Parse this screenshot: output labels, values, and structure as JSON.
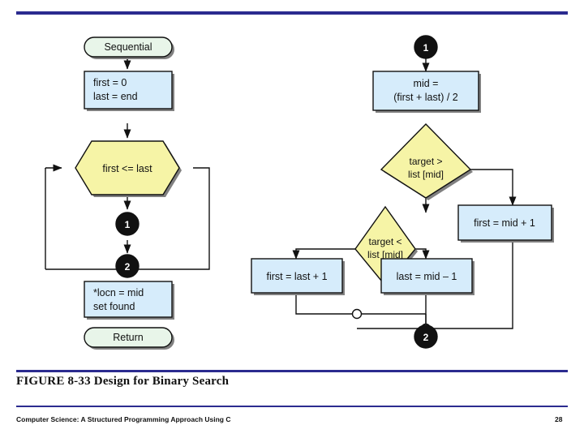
{
  "figure": {
    "label": "FIGURE 8-33",
    "title": "Design for Binary Search"
  },
  "footer": {
    "book": "Computer Science: A Structured Programming Approach Using C",
    "page": "28"
  },
  "colors": {
    "rule": "#2b2b8f",
    "terminal_fill": "#e8f5e9",
    "process_fill": "#d6ecfb",
    "decision_fill": "#f6f4a6",
    "connector_fill": "#111111",
    "connector_text": "#ffffff",
    "line": "#111111",
    "shadow": "#808080"
  },
  "diagram": {
    "left_column": {
      "start": "Sequential",
      "init_line1": "first = 0",
      "init_line2": "last = end",
      "loop_test": "first <= last",
      "connector_in": "1",
      "connector_out": "2",
      "assign_line1": "*locn = mid",
      "assign_line2": "set found",
      "end": "Return"
    },
    "right_column": {
      "connector_top": "1",
      "mid_line1": "mid =",
      "mid_line2": "(first + last) / 2",
      "test_gt_line1": "target >",
      "test_gt_line2": "list [mid]",
      "test_lt_line1": "target <",
      "test_lt_line2": "list [mid]",
      "first_mid": "first = mid + 1",
      "first_last": "first = last + 1",
      "last_mid": "last = mid – 1",
      "connector_bottom": "2"
    }
  }
}
